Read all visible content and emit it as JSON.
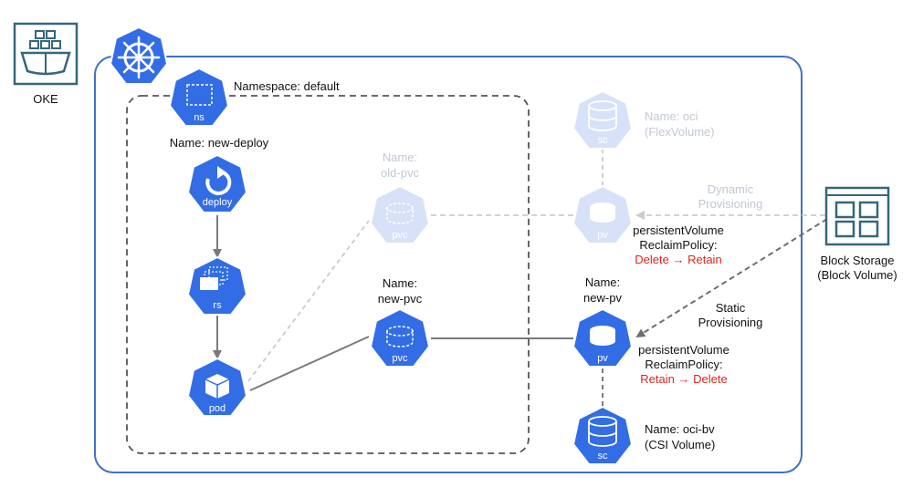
{
  "colors": {
    "k8s_blue": "#326de6",
    "faded_blue": "#d7e2f8",
    "frame_blue": "#3e72c9",
    "oke_teal": "#36677a",
    "red": "#e0261b"
  },
  "oke": {
    "label": "OKE",
    "icon": "ship-container-icon"
  },
  "cluster": {
    "icon": "kubernetes-helm-icon"
  },
  "namespace": {
    "label": "Namespace: default",
    "icon_text": "ns"
  },
  "deployment": {
    "label": "Name: new-deploy",
    "icon_text": "deploy"
  },
  "replicaset": {
    "icon_text": "rs"
  },
  "pod": {
    "icon_text": "pod"
  },
  "old_pvc": {
    "label_line1": "Name:",
    "label_line2": "old-pvc",
    "icon_text": "pvc"
  },
  "new_pvc": {
    "label_line1": "Name:",
    "label_line2": "new-pvc",
    "icon_text": "pvc"
  },
  "old_sc": {
    "label_line1": "Name: oci",
    "label_line2": "(FlexVolume)",
    "icon_text": "sc"
  },
  "old_pv": {
    "icon_text": "pv",
    "policy_line1": "persistentVolume",
    "policy_line2": "ReclaimPolicy:",
    "policy_change": "Delete → Retain"
  },
  "new_pv": {
    "label_line1": "Name:",
    "label_line2": "new-pv",
    "icon_text": "pv",
    "policy_line1": "persistentVolume",
    "policy_line2": "ReclaimPolicy:",
    "policy_change": "Retain → Delete"
  },
  "new_sc": {
    "label_line1": "Name: oci-bv",
    "label_line2": "(CSI Volume)",
    "icon_text": "sc"
  },
  "block_storage": {
    "label_line1": "Block Storage",
    "label_line2": "(Block Volume)",
    "icon": "grid-storage-icon"
  },
  "arrows": {
    "dynamic_line1": "Dynamic",
    "dynamic_line2": "Provisioning",
    "static_line1": "Static",
    "static_line2": "Provisioning"
  }
}
